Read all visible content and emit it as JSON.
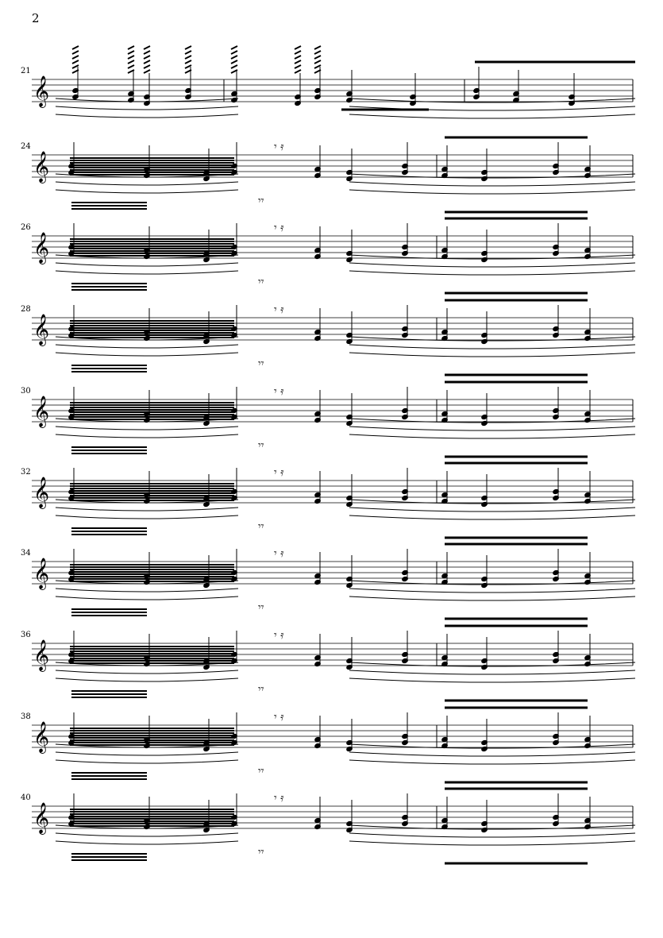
{
  "page_number": "2",
  "systems": [
    {
      "measure": "21"
    },
    {
      "measure": "24"
    },
    {
      "measure": "26"
    },
    {
      "measure": "28"
    },
    {
      "measure": "30"
    },
    {
      "measure": "32"
    },
    {
      "measure": "34"
    },
    {
      "measure": "36"
    },
    {
      "measure": "38"
    },
    {
      "measure": "40"
    }
  ]
}
